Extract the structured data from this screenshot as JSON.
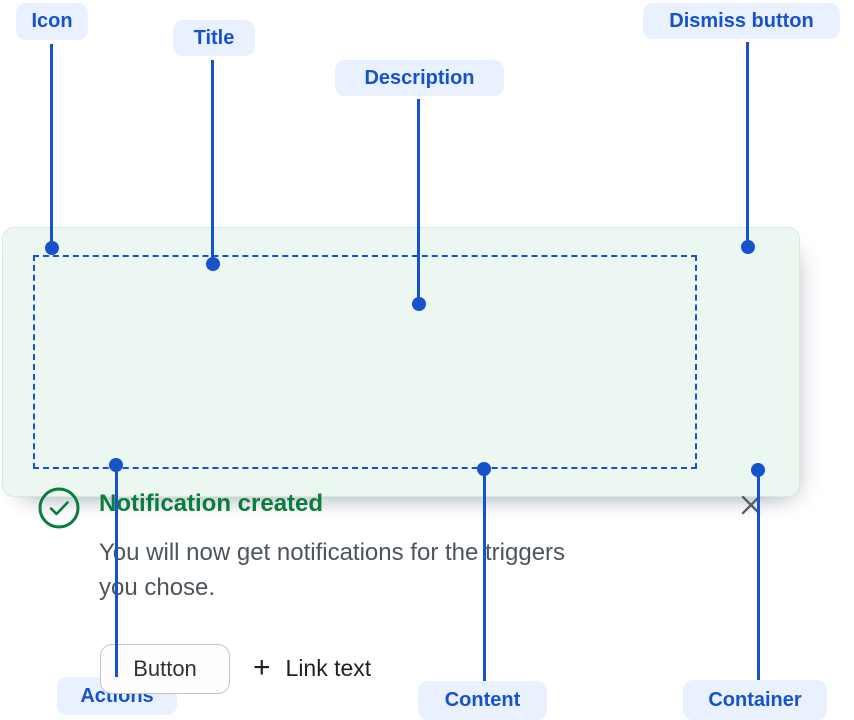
{
  "annotations": {
    "icon": {
      "label": "Icon"
    },
    "title": {
      "label": "Title"
    },
    "description": {
      "label": "Description"
    },
    "dismiss": {
      "label": "Dismiss button"
    },
    "actions": {
      "label": "Actions"
    },
    "content": {
      "label": "Content"
    },
    "container": {
      "label": "Container"
    }
  },
  "flag": {
    "title": "Notification created",
    "description_line1": "You will now get notifications for the triggers",
    "description_line2": "you chose.",
    "button_label": "Button",
    "link_label": "Link text",
    "plus_glyph": "+",
    "icons": {
      "status": "success-check-icon",
      "dismiss": "close-icon"
    },
    "colors": {
      "accent_blue": "#1652CC",
      "label_bg": "#E9F1FE",
      "card_bg": "#EBF7F0",
      "card_border": "#D5EBDE",
      "success_green": "#0B7D3C",
      "description_gray": "#4C545C",
      "dismiss_gray": "#596066"
    }
  }
}
